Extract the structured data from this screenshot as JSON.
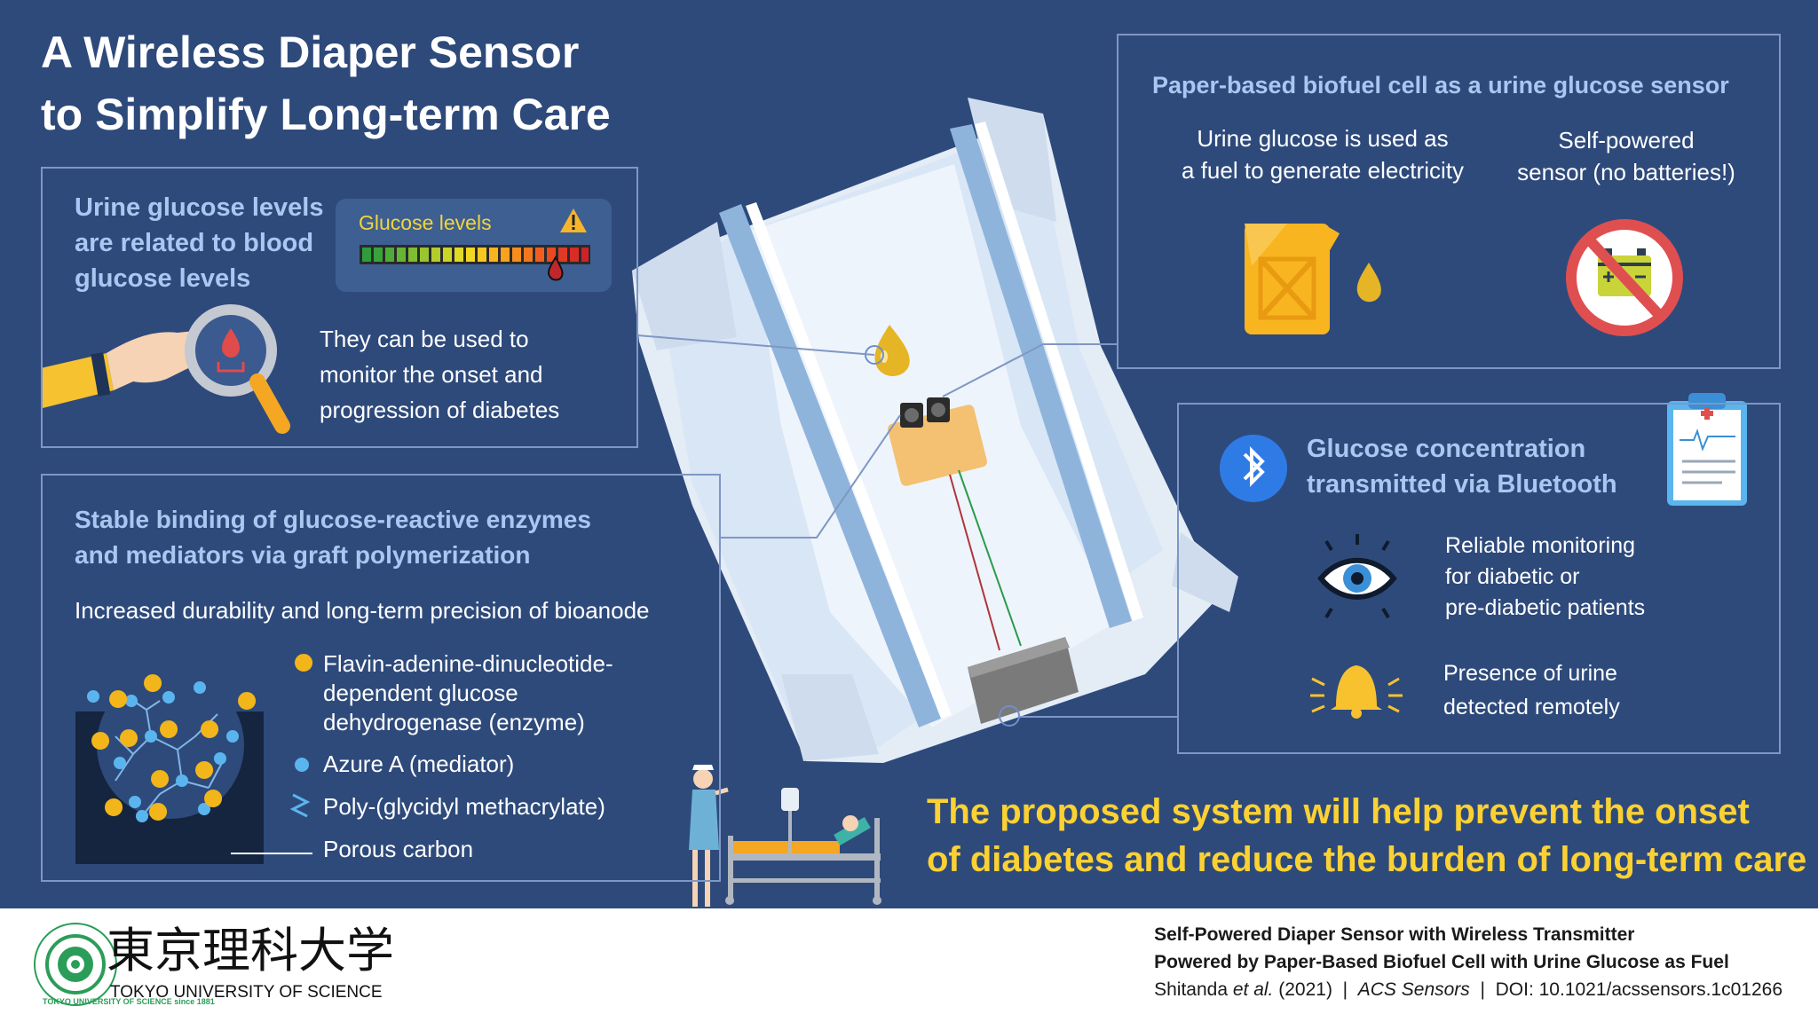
{
  "title": {
    "line1": "A Wireless Diaper Sensor",
    "line2": "to Simplify Long-term Care"
  },
  "panel_glucose": {
    "heading_l1": "Urine glucose levels",
    "heading_l2": "are related to blood",
    "heading_l3": "glucose levels",
    "meter_label": "Glucose levels",
    "body_l1": "They can be used to",
    "body_l2": "monitor the onset and",
    "body_l3": "progression of diabetes"
  },
  "panel_binding": {
    "heading_l1": "Stable binding of glucose-reactive enzymes",
    "heading_l2": "and mediators via graft polymerization",
    "subtitle": "Increased durability and long-term precision of bioanode",
    "legend_enzyme_l1": "Flavin-adenine-dinucleotide-",
    "legend_enzyme_l2": "dependent glucose",
    "legend_enzyme_l3": "dehydrogenase (enzyme)",
    "legend_mediator": "Azure A (mediator)",
    "legend_polymer": "Poly-(glycidyl methacrylate)",
    "legend_carbon": "Porous carbon"
  },
  "panel_biofuel": {
    "heading": "Paper-based biofuel cell as a urine glucose sensor",
    "left_l1": "Urine glucose is used as",
    "left_l2": "a fuel to generate electricity",
    "right_l1": "Self-powered",
    "right_l2": "sensor (no batteries!)"
  },
  "panel_bluetooth": {
    "heading_l1": "Glucose concentration",
    "heading_l2": "transmitted via Bluetooth",
    "monitor_l1": "Reliable monitoring",
    "monitor_l2": "for diabetic or",
    "monitor_l3": "pre-diabetic patients",
    "alert_l1": "Presence of urine",
    "alert_l2": "detected remotely"
  },
  "callout": {
    "line1": "The proposed system will help prevent the onset",
    "line2": "of diabetes and reduce the burden of long-term care"
  },
  "footer": {
    "logo_jp": "東京理科大学",
    "logo_en": "TOKYO UNIVERSITY OF SCIENCE",
    "seal_text": "TOKYO UNIVERSITY OF SCIENCE since 1881",
    "cite_title_l1": "Self-Powered Diaper Sensor with Wireless Transmitter",
    "cite_title_l2": "Powered by Paper-Based Biofuel Cell with Urine Glucose as Fuel",
    "cite_authors": "Shitanda",
    "cite_etal": "et al.",
    "cite_year": "(2021)",
    "cite_sep1": "|",
    "cite_journal": "ACS Sensors",
    "cite_sep2": "|",
    "cite_doi": "DOI: 10.1021/acssensors.1c01266"
  },
  "colors": {
    "background": "#2e4a7b",
    "panel_border": "#7f97c4",
    "heading_blue": "#a9c8f1",
    "accent_yellow": "#fbd133",
    "bluetooth_blue": "#2f7be6",
    "enzyme_yellow": "#f2b61b",
    "mediator_blue": "#5ab5ef"
  },
  "icons": [
    "hand-magnifier-icon",
    "warning-icon",
    "fuel-can-icon",
    "fuel-drop-icon",
    "no-battery-icon",
    "bluetooth-icon",
    "clipboard-icon",
    "eye-icon",
    "bell-icon",
    "nurse-icon",
    "hospital-bed-icon",
    "diaper-icon",
    "transmitter-icon",
    "biofuel-cell-icon",
    "university-seal-icon"
  ]
}
